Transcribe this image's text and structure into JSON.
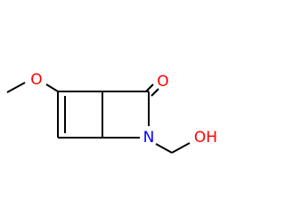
{
  "molecule": {
    "atoms": {
      "methoxy_oxygen": "O",
      "carbonyl_oxygen": "O",
      "ring_nitrogen": "N",
      "hydroxyl": "OH"
    },
    "colors": {
      "oxygen": "#ff0000",
      "nitrogen": "#0000ff",
      "bond": "#000000"
    }
  }
}
